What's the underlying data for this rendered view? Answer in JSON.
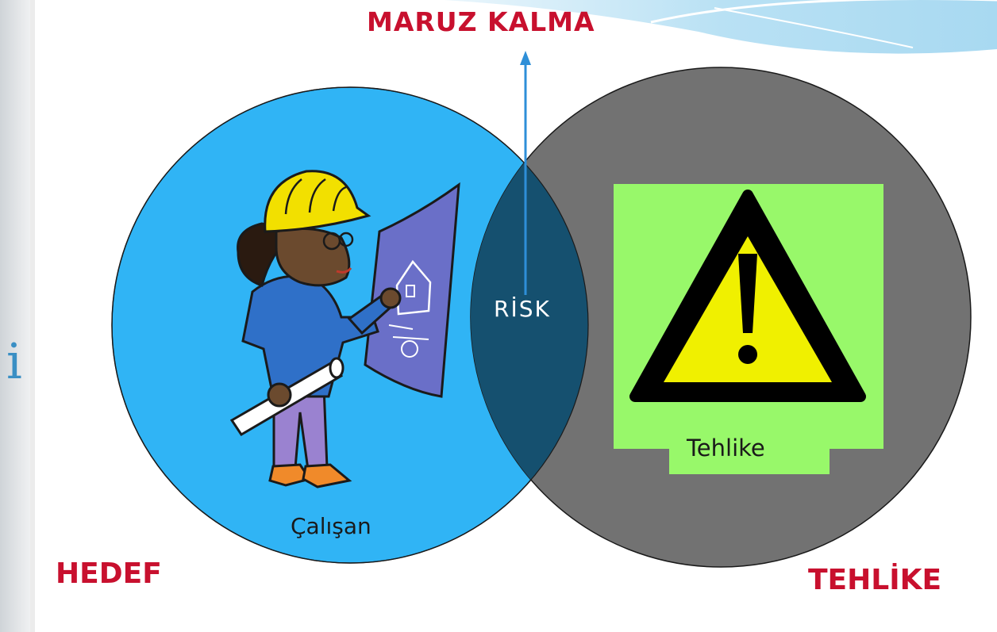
{
  "diagram": {
    "title": "MARUZ KALMA",
    "intersection_label": "RİSK",
    "left_label": "HEDEF",
    "right_label": "TEHLİKE",
    "left_caption": "Çalışan",
    "right_caption": "Tehlike",
    "stray_glyph": "i"
  },
  "colors": {
    "accent_red": "#c8102e",
    "left_circle": "#30b4f5",
    "right_circle": "#727272",
    "overlap": "#15506f",
    "arrow": "#2e8fd8",
    "warning_bg": "#98f86a",
    "warning_yellow": "#f0f000"
  },
  "icons": {
    "worker": "worker-icon",
    "warning": "warning-triangle-icon"
  }
}
